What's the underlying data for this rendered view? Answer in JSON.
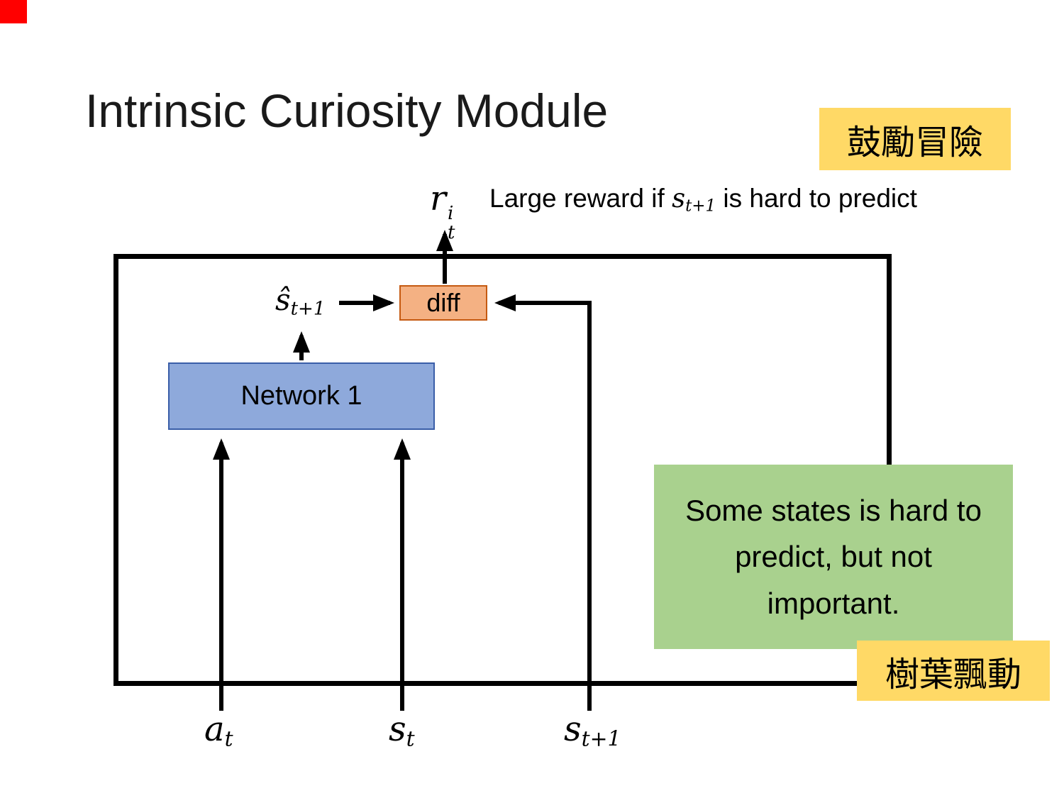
{
  "colors": {
    "accent_red": "#ff0000",
    "tag_yellow": "#ffd966",
    "note_green": "#a9d18e",
    "network_blue": "#8ea9db",
    "network_border": "#3a5ea8",
    "diff_orange": "#f4b183",
    "diff_border": "#c55a11",
    "line_black": "#000000"
  },
  "title": "Intrinsic Curiosity Module",
  "tag_top_right": "鼓勵冒險",
  "tag_bottom_right": "樹葉飄動",
  "reward": {
    "var": "r",
    "sup": "i",
    "sub": "t",
    "text_before": "Large reward if",
    "math_var": "s",
    "math_sub": "t+1",
    "text_after": "is hard to predict"
  },
  "module": {
    "pred_var": "ŝ",
    "pred_sub": "t+1",
    "diff_label": "diff",
    "network_label": "Network 1"
  },
  "note_text": "Some states is hard to predict, but not important.",
  "inputs": {
    "action": {
      "var": "a",
      "sub": "t"
    },
    "state": {
      "var": "s",
      "sub": "t"
    },
    "next_state": {
      "var": "s",
      "sub": "t+1"
    }
  }
}
